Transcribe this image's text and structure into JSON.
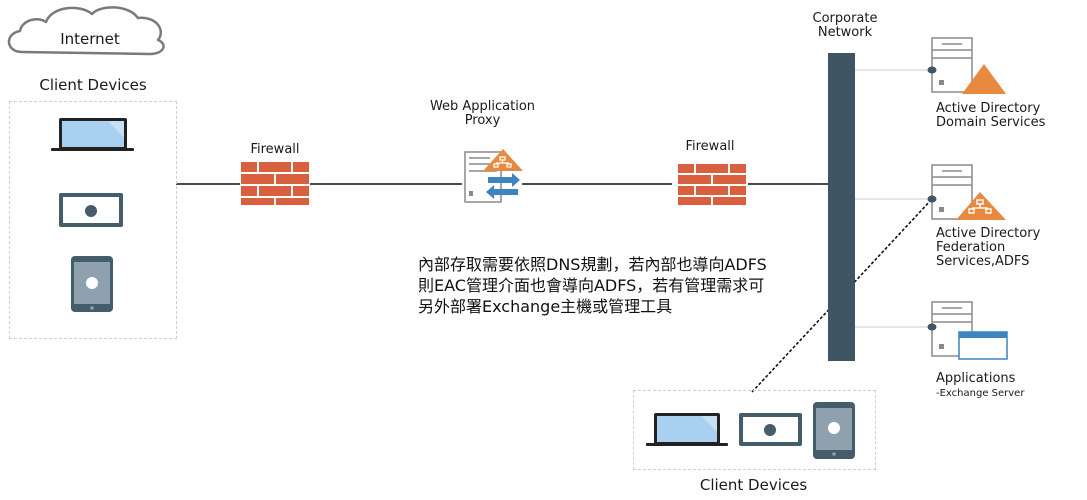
{
  "internet": {
    "label": "Internet"
  },
  "left_clients": {
    "title": "Client Devices",
    "devices": [
      "laptop",
      "tablet-landscape",
      "tablet-portrait"
    ]
  },
  "firewall_left": {
    "label": "Firewall"
  },
  "proxy": {
    "title_line1": "Web Application",
    "title_line2": "Proxy"
  },
  "firewall_right": {
    "label": "Firewall"
  },
  "corporate": {
    "line1": "Corporate",
    "line2": "Network"
  },
  "servers": [
    {
      "line1": "Active Directory",
      "line2": "Domain Services",
      "line3": ""
    },
    {
      "line1": "Active Directory",
      "line2": "Federation",
      "line3": "Services,ADFS"
    },
    {
      "line1": "Applications",
      "line2": "-Exchange Server",
      "line3": ""
    }
  ],
  "note": {
    "line1": "內部存取需要依照DNS規劃，若內部也導向ADFS",
    "line2": "則EAC管理介面也會導向ADFS，若有管理需求可",
    "line3": "另外部署Exchange主機或管理工具"
  },
  "bottom_clients": {
    "title": "Client Devices",
    "devices": [
      "laptop",
      "tablet-landscape",
      "tablet-portrait"
    ]
  },
  "colors": {
    "firewall": "#d9603f",
    "network_bar": "#3f5563",
    "adfs_orange": "#e8893f",
    "arrow_blue": "#3d84c0",
    "screen_blue": "#a9d0f0",
    "device_slate": "#455c6a",
    "server_gray": "#8a8a8a"
  }
}
